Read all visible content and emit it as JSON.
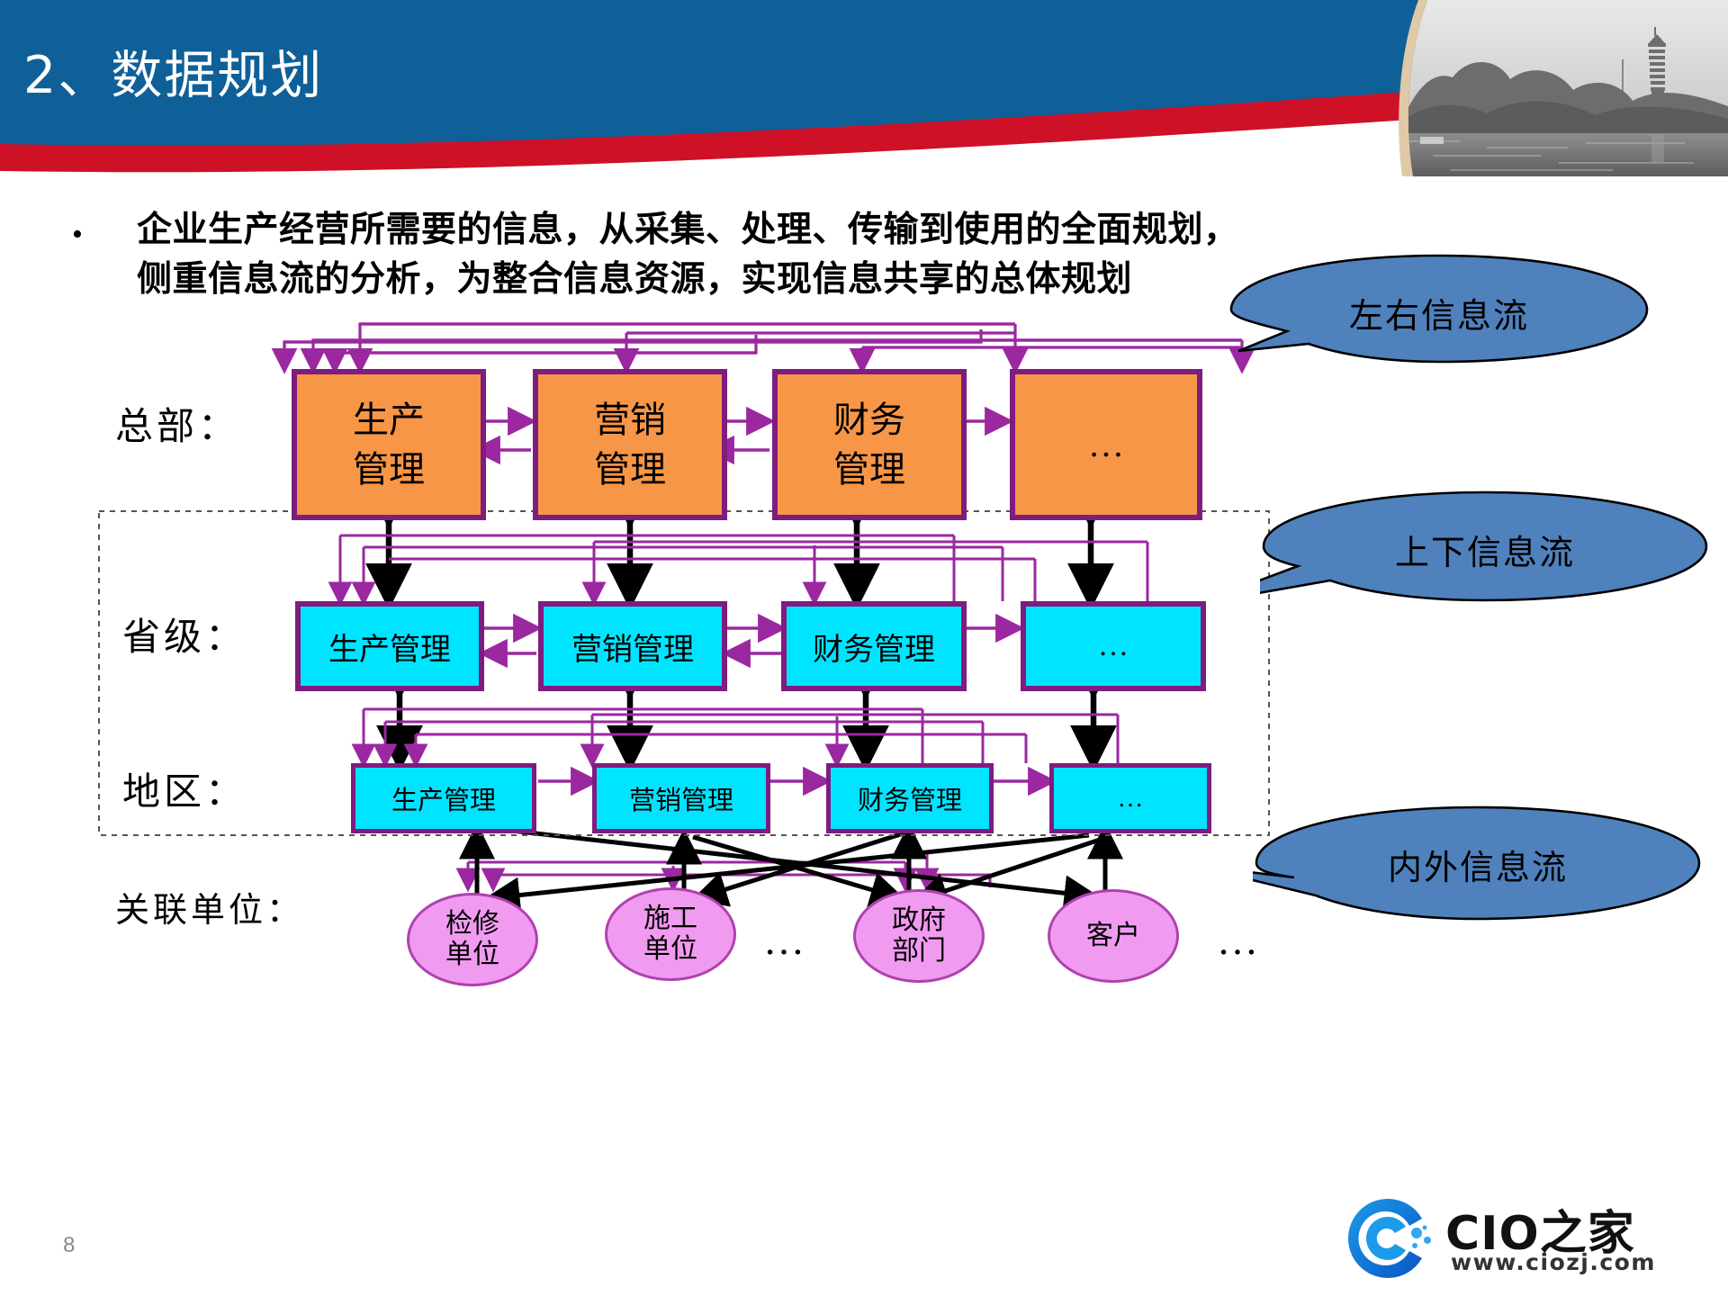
{
  "header": {
    "title": "2、数据规划",
    "band_color": "#0f6099",
    "accent_color": "#CE1126",
    "photo_alt": "pagoda-lake-photo"
  },
  "bullet": {
    "marker": "•",
    "line1": "企业生产经营所需要的信息，从采集、处理、传输到使用的全面规划，",
    "line2": "侧重信息流的分析，为整合信息资源，实现信息共享的总体规划"
  },
  "diagram": {
    "row_labels": {
      "headquarters": "总部：",
      "province": "省级：",
      "district": "地区：",
      "partners": "关联单位："
    },
    "headquarters_nodes": [
      {
        "line1": "生产",
        "line2": "管理"
      },
      {
        "line1": "营销",
        "line2": "管理"
      },
      {
        "line1": "财务",
        "line2": "管理"
      },
      {
        "line1": "…",
        "line2": ""
      }
    ],
    "province_nodes": [
      {
        "label": "生产管理"
      },
      {
        "label": "营销管理"
      },
      {
        "label": "财务管理"
      },
      {
        "label": "…"
      }
    ],
    "district_nodes": [
      {
        "label": "生产管理"
      },
      {
        "label": "营销管理"
      },
      {
        "label": "财务管理"
      },
      {
        "label": "…"
      }
    ],
    "partner_nodes": [
      {
        "line1": "检修",
        "line2": "单位"
      },
      {
        "line1": "施工",
        "line2": "单位"
      },
      {
        "line1": "政府",
        "line2": "部门"
      },
      {
        "line1": "客户",
        "line2": ""
      }
    ],
    "ellipsis_marks": [
      "…",
      "…"
    ],
    "colors": {
      "headquarters_fill": "#F79646",
      "province_fill": "#00E5FF",
      "district_fill": "#00E5FF",
      "partner_fill": "#F09BF0",
      "node_border": "#7F1C7F",
      "partner_border": "#B040B0",
      "flow_arrow": "#9B28A0",
      "vertical_arrow": "#000000",
      "callout_fill": "#4F81BD"
    }
  },
  "callouts": [
    {
      "label": "左右信息流"
    },
    {
      "label": "上下信息流"
    },
    {
      "label": "内外信息流"
    }
  ],
  "footer": {
    "page_number": "8",
    "logo_name": "CIO之家",
    "logo_url": "www.ciozj.com",
    "logo_color": "#1478D6"
  }
}
